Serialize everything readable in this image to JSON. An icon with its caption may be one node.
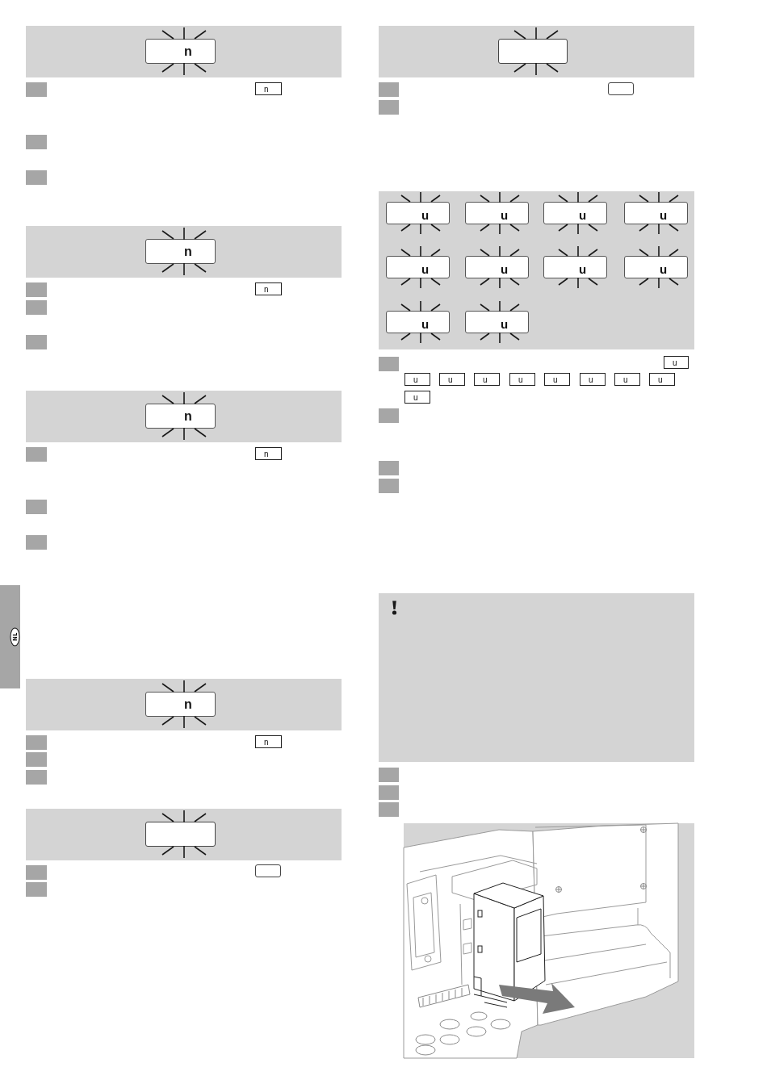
{
  "diagram": {
    "nodes": [
      {
        "text": [
          "n"
        ]
      },
      {
        "text": [
          "n"
        ]
      },
      {
        "text": [
          "n"
        ]
      },
      {
        "text": [
          "n"
        ]
      },
      {
        "text": [
          "n"
        ]
      },
      {
        "text": [
          "n"
        ]
      },
      {
        "text": [
          "NL"
        ]
      },
      {
        "text": [
          "n"
        ]
      },
      {
        "text": [
          "n"
        ]
      },
      {
        "text": [],
        "shape": "box"
      },
      {
        "text": [],
        "shape": "box"
      },
      {
        "text": [],
        "shape": "box"
      },
      {
        "text": [],
        "shape": "box"
      },
      {
        "text": [
          "u"
        ]
      },
      {
        "text": [
          "u"
        ]
      },
      {
        "text": [
          "u"
        ]
      },
      {
        "text": [
          "u"
        ]
      },
      {
        "text": [
          "u"
        ]
      },
      {
        "text": [
          "u"
        ]
      },
      {
        "text": [
          "u"
        ]
      },
      {
        "text": [
          "u"
        ]
      },
      {
        "text": [
          "u"
        ]
      },
      {
        "text": [
          "u"
        ]
      },
      {
        "text": [
          "u"
        ]
      },
      {
        "text": [
          "u"
        ]
      },
      {
        "text": [
          "u"
        ]
      },
      {
        "text": [
          "u"
        ]
      },
      {
        "text": [
          "u"
        ]
      },
      {
        "text": [
          "u"
        ]
      },
      {
        "text": [
          "u"
        ]
      },
      {
        "text": [
          "u"
        ]
      },
      {
        "text": [
          "u"
        ]
      },
      {
        "text": [
          "u"
        ]
      }
    ]
  }
}
